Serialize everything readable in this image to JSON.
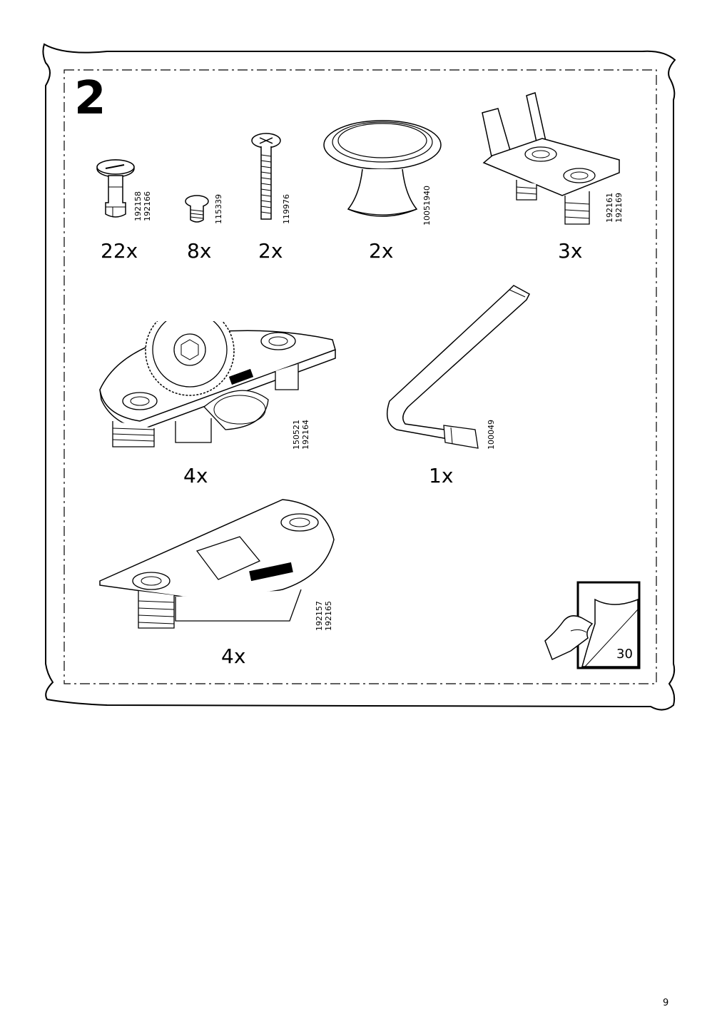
{
  "step": {
    "number": "2"
  },
  "parts": [
    {
      "icon": "dowel-screw-icon",
      "quantity": "22x",
      "codes": [
        "192158",
        "192166"
      ]
    },
    {
      "icon": "small-screw-icon",
      "quantity": "8x",
      "codes": [
        "115339"
      ]
    },
    {
      "icon": "long-screw-icon",
      "quantity": "2x",
      "codes": [
        "119976"
      ]
    },
    {
      "icon": "knob-icon",
      "quantity": "2x",
      "codes": [
        "10051940"
      ]
    },
    {
      "icon": "shelf-bracket-icon",
      "quantity": "3x",
      "codes": [
        "192161",
        "192169"
      ]
    },
    {
      "icon": "cam-lock-fitting-icon",
      "quantity": "4x",
      "codes": [
        "150521",
        "192164"
      ]
    },
    {
      "icon": "hex-key-icon",
      "quantity": "1x",
      "codes": [
        "100049"
      ]
    },
    {
      "icon": "connector-fitting-icon",
      "quantity": "4x",
      "codes": [
        "192157",
        "192165"
      ]
    }
  ],
  "page_reference": {
    "icon": "turn-page-icon",
    "number": "30"
  },
  "footer": {
    "page_number": "9"
  }
}
